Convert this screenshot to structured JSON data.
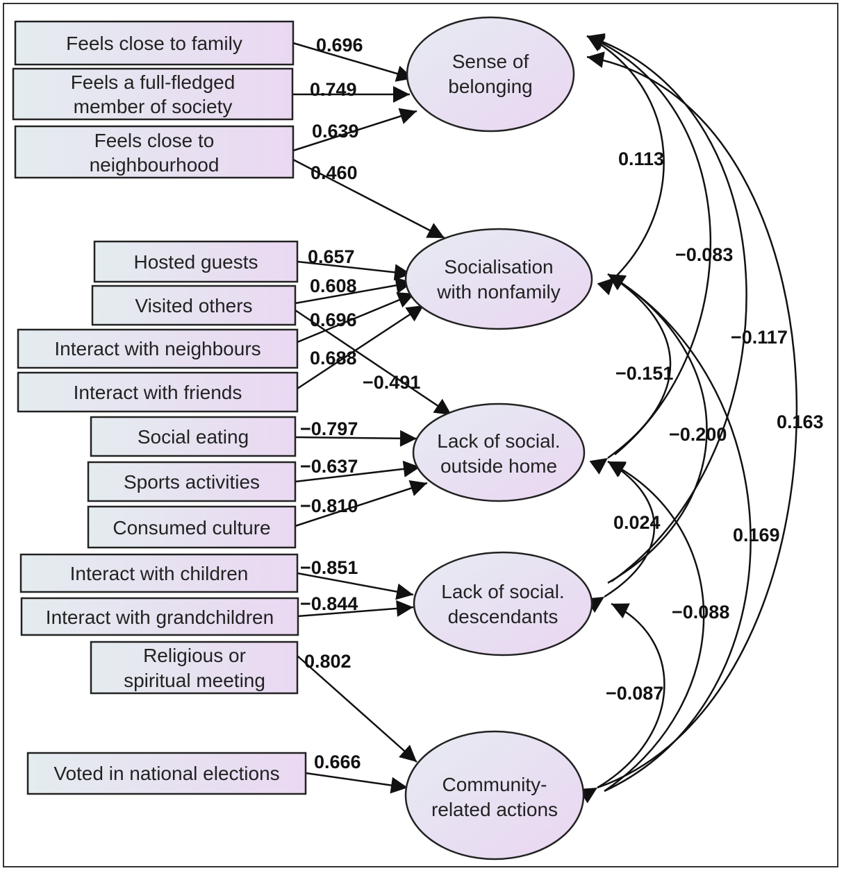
{
  "indicators": {
    "family": "Feels close to family",
    "member": [
      "Feels a full-fledged",
      "member of society"
    ],
    "neigh": [
      "Feels close to",
      "neighbourhood"
    ],
    "hosted": "Hosted guests",
    "visited": "Visited others",
    "intneigh": "Interact with neighbours",
    "intfriends": "Interact with friends",
    "eating": "Social eating",
    "sports": "Sports activities",
    "culture": "Consumed culture",
    "children": "Interact with children",
    "grandchildren": "Interact with grandchildren",
    "religious": [
      "Religious or",
      "spiritual meeting"
    ],
    "voted": "Voted in national elections"
  },
  "factors": {
    "belonging": [
      "Sense of",
      "belonging"
    ],
    "socialisation": [
      "Socialisation",
      "with nonfamily"
    ],
    "outside": [
      "Lack of social.",
      "outside home"
    ],
    "descendants": [
      "Lack of social.",
      "descendants"
    ],
    "community": [
      "Community-",
      "related actions"
    ]
  },
  "loadings": {
    "family": "0.696",
    "member": "0.749",
    "neigh_belonging": "0.639",
    "neigh_socialisation": "0.460",
    "hosted": "0.657",
    "visited": "0.608",
    "intneigh": "0.696",
    "intfriends": "0.688",
    "visited_outside": "−0.491",
    "eating": "−0.797",
    "sports": "−0.637",
    "culture": "−0.810",
    "children": "−0.851",
    "grandchildren": "−0.844",
    "religious": "0.802",
    "voted": "0.666"
  },
  "correlations": {
    "belonging_socialisation": "0.113",
    "belonging_outside": "−0.083",
    "belonging_descendants": "−0.117",
    "belonging_community": "0.163",
    "socialisation_outside": "−0.151",
    "socialisation_descendants": "−0.200",
    "socialisation_community": "0.169",
    "outside_descendants": "0.024",
    "outside_community": "−0.088",
    "descendants_community": "−0.087"
  }
}
